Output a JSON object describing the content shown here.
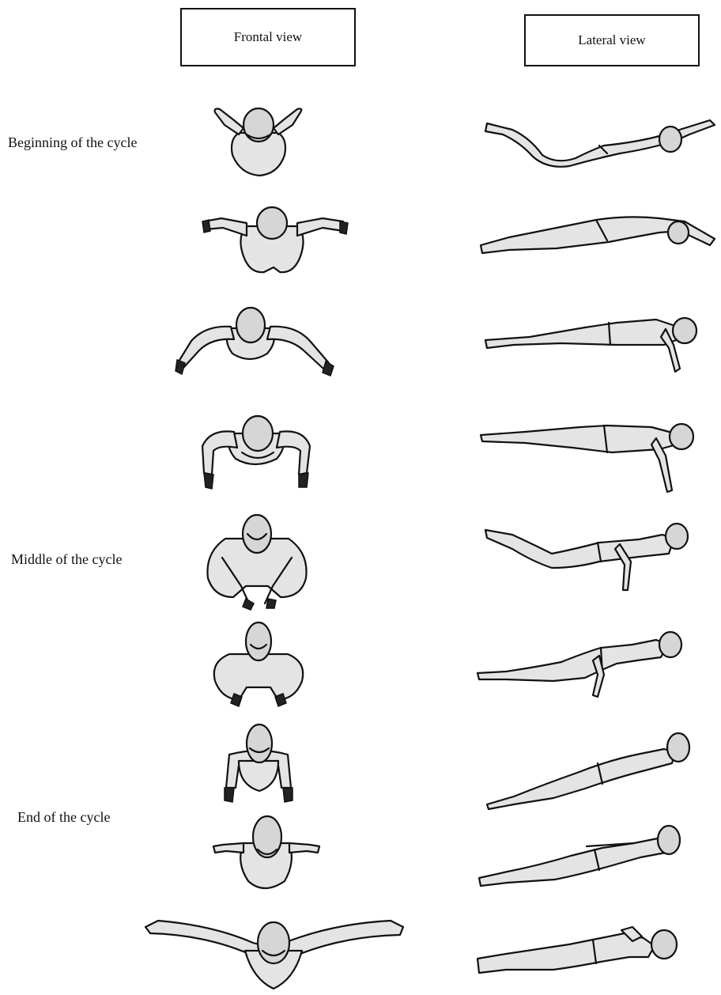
{
  "headers": {
    "frontal": "Frontal view",
    "lateral": "Lateral view"
  },
  "phase_labels": {
    "beginning": "Beginning of the cycle",
    "middle": "Middle of the cycle",
    "end": "End of the cycle"
  },
  "frames": {
    "count": 9,
    "frontal_icon": "swimmer-frontal-figure",
    "lateral_icon": "swimmer-lateral-figure"
  }
}
